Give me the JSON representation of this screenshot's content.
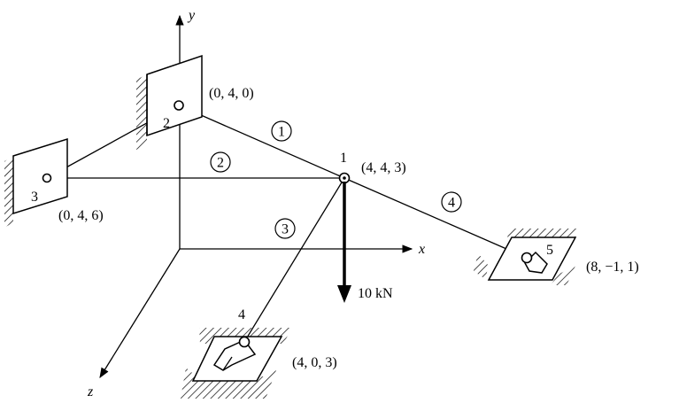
{
  "axes": {
    "x": "x",
    "y": "y",
    "z": "z"
  },
  "nodes": [
    {
      "id": "1",
      "coord": "(4, 4, 3)"
    },
    {
      "id": "2",
      "coord": "(0, 4, 0)"
    },
    {
      "id": "3",
      "coord": "(0, 4, 6)"
    },
    {
      "id": "4",
      "coord": "(4, 0, 3)"
    },
    {
      "id": "5",
      "coord": "(8, −1, 1)"
    }
  ],
  "elements": [
    "1",
    "2",
    "3",
    "4"
  ],
  "load": {
    "label": "10 kN"
  }
}
